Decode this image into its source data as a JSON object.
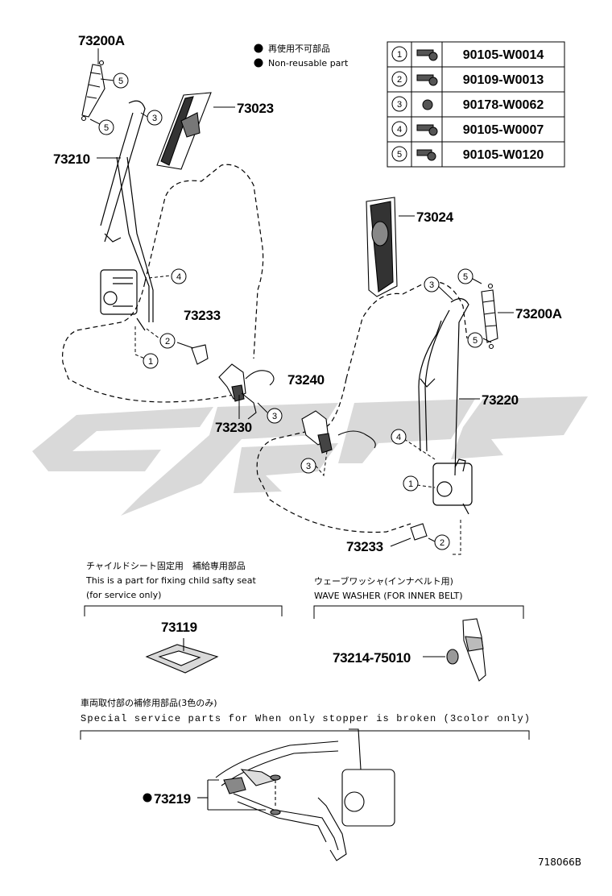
{
  "legend": {
    "jp": "再使用不可部品",
    "en": "Non-reusable part"
  },
  "fastener_table": [
    {
      "ref": "1",
      "part": "90105-W0014"
    },
    {
      "ref": "2",
      "part": "90109-W0013"
    },
    {
      "ref": "3",
      "part": "90178-W0062"
    },
    {
      "ref": "4",
      "part": "90105-W0007"
    },
    {
      "ref": "5",
      "part": "90105-W0120"
    }
  ],
  "part_labels": {
    "p73200a_left": "73200A",
    "p73023": "73023",
    "p73210": "73210",
    "p73233_left": "73233",
    "p73240": "73240",
    "p73230": "73230",
    "p73024": "73024",
    "p73200a_right": "73200A",
    "p73220": "73220",
    "p73233_right": "73233",
    "p73119": "73119",
    "p73214": "73214-75010",
    "p73219": "73219"
  },
  "callouts": {
    "c5": "5",
    "c3": "3",
    "c4": "4",
    "c2": "2",
    "c1": "1"
  },
  "child_seat_note": {
    "jp": "チャイルドシート固定用　補給専用部品",
    "en1": "This is a part for fixing child safty seat",
    "en2": "(for service only)"
  },
  "wave_washer_note": {
    "jp": "ウェーブワッシャ(インナベルト用)",
    "en": "WAVE WASHER (FOR INNER BELT)"
  },
  "stopper_note": {
    "jp": "車両取付部の補修用部品(3色のみ)",
    "en": "Special service parts for When only stopper is broken (3color only)"
  },
  "diagram_id": "718066B",
  "colors": {
    "ink": "#000000",
    "watermark": "#d9d9d9",
    "shade": "#555555"
  }
}
